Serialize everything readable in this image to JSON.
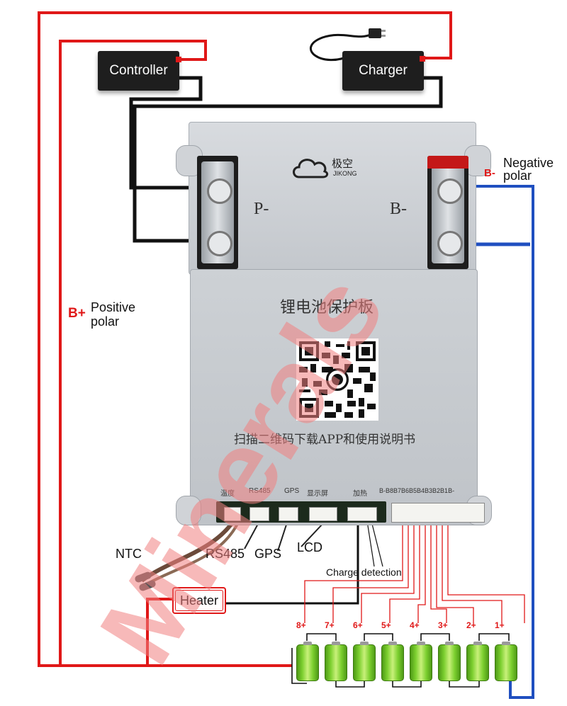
{
  "devices": {
    "controller": "Controller",
    "charger": "Charger",
    "heater": "Heater"
  },
  "board": {
    "logo_cn": "极空",
    "logo_en": "JIKONG",
    "p_minus": "P-",
    "b_minus": "B-",
    "title_cn": "锂电池保护板",
    "scan_text": "扫描二维码下载APP和使用说明书",
    "port_labels": [
      "温度",
      "RS485",
      "GPS",
      "显示屏",
      "加热"
    ],
    "balance_header": "B-B8B7B6B5B4B3B2B1B-"
  },
  "labels": {
    "negative_mark": "B-",
    "negative_line1": "Negative",
    "negative_line2": "polar",
    "positive_mark": "B+",
    "positive_line1": "Positive",
    "positive_line2": "polar",
    "ntc": "NTC",
    "rs485": "RS485",
    "gps": "GPS",
    "lcd": "LCD",
    "charge_detection": "Charge detection"
  },
  "cells": [
    "8+",
    "7+",
    "6+",
    "5+",
    "4+",
    "3+",
    "2+",
    "1+"
  ],
  "watermark": "Minerals",
  "colors": {
    "red_wire": "#e01818",
    "blue_wire": "#1f4fc0",
    "black_wire": "#111111",
    "board": "#c9cdd2",
    "cell_green": "#7ccf2f",
    "watermark": "#f08080"
  }
}
